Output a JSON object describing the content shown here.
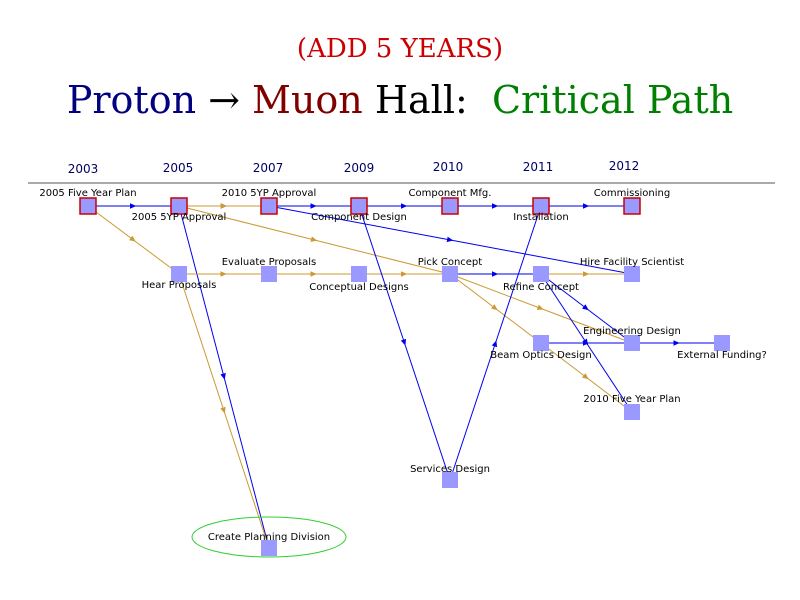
{
  "header": {
    "subtitle": "(ADD 5 YEARS)",
    "title_parts": [
      {
        "text": "Proton ",
        "color": "#000080"
      },
      {
        "text": "→ ",
        "color": "#000000"
      },
      {
        "text": "Muon ",
        "color": "#800000"
      },
      {
        "text": "Hall:  ",
        "color": "#000000"
      },
      {
        "text": "Critical Path",
        "color": "#008000"
      }
    ]
  },
  "colors": {
    "critical_node_fill": "#9999ff",
    "critical_node_border": "#cc0000",
    "node_fill": "#9999ff",
    "blue_link": "#0000ee",
    "gold_link": "#cc9933",
    "ellipse": "#33cc33"
  },
  "timeline": [
    "2003",
    "2005",
    "2007",
    "2009",
    "2010",
    "2011",
    "2012"
  ],
  "nodes": [
    {
      "id": "n1",
      "label": "2005 Five Year Plan",
      "critical": true
    },
    {
      "id": "n2",
      "label": "2005 5YP Approval",
      "critical": true
    },
    {
      "id": "n3",
      "label": "2010 5YP Approval",
      "critical": true
    },
    {
      "id": "n4",
      "label": "Component Design",
      "critical": true
    },
    {
      "id": "n5",
      "label": "Component Mfg.",
      "critical": true
    },
    {
      "id": "n6",
      "label": "Installation",
      "critical": true
    },
    {
      "id": "n7",
      "label": "Commissioning",
      "critical": true
    },
    {
      "id": "n8",
      "label": "Hear Proposals",
      "critical": false
    },
    {
      "id": "n9",
      "label": "Evaluate Proposals",
      "critical": false
    },
    {
      "id": "n10",
      "label": "Conceptual Designs",
      "critical": false
    },
    {
      "id": "n11",
      "label": "Pick Concept",
      "critical": false
    },
    {
      "id": "n12",
      "label": "Refine Concept",
      "critical": false
    },
    {
      "id": "n13",
      "label": "Hire Facility Scientist",
      "critical": false
    },
    {
      "id": "n14",
      "label": "Beam Optics Design",
      "critical": false
    },
    {
      "id": "n15",
      "label": "Engineering Design",
      "critical": false
    },
    {
      "id": "n16",
      "label": "External Funding?",
      "critical": false
    },
    {
      "id": "n17",
      "label": "2010 Five Year Plan",
      "critical": false
    },
    {
      "id": "n18",
      "label": "Services Design",
      "critical": false
    },
    {
      "id": "n19",
      "label": "Create Planning Division",
      "critical": false,
      "highlight": true
    }
  ],
  "links": [
    {
      "from": "n1",
      "to": "n2",
      "color": "blue"
    },
    {
      "from": "n2",
      "to": "n3",
      "color": "blue"
    },
    {
      "from": "n3",
      "to": "n4",
      "color": "blue"
    },
    {
      "from": "n4",
      "to": "n5",
      "color": "blue"
    },
    {
      "from": "n5",
      "to": "n6",
      "color": "blue"
    },
    {
      "from": "n6",
      "to": "n7",
      "color": "blue"
    },
    {
      "from": "n1",
      "to": "n8",
      "color": "gold"
    },
    {
      "from": "n2",
      "to": "n3",
      "color": "gold"
    },
    {
      "from": "n2",
      "to": "n11",
      "color": "gold"
    },
    {
      "from": "n2",
      "to": "n19",
      "color": "blue"
    },
    {
      "from": "n8",
      "to": "n9",
      "color": "gold"
    },
    {
      "from": "n8",
      "to": "n19",
      "color": "gold"
    },
    {
      "from": "n9",
      "to": "n10",
      "color": "gold"
    },
    {
      "from": "n10",
      "to": "n11",
      "color": "gold"
    },
    {
      "from": "n11",
      "to": "n12",
      "color": "blue"
    },
    {
      "from": "n11",
      "to": "n15",
      "color": "gold"
    },
    {
      "from": "n11",
      "to": "n14",
      "color": "gold"
    },
    {
      "from": "n12",
      "to": "n13",
      "color": "gold"
    },
    {
      "from": "n12",
      "to": "n15",
      "color": "blue"
    },
    {
      "from": "n12",
      "to": "n17",
      "color": "blue"
    },
    {
      "from": "n3",
      "to": "n13",
      "color": "blue"
    },
    {
      "from": "n4",
      "to": "n18",
      "color": "blue"
    },
    {
      "from": "n18",
      "to": "n6",
      "color": "blue"
    },
    {
      "from": "n14",
      "to": "n15",
      "color": "blue"
    },
    {
      "from": "n14",
      "to": "n17",
      "color": "gold"
    },
    {
      "from": "n15",
      "to": "n16",
      "color": "blue"
    }
  ]
}
